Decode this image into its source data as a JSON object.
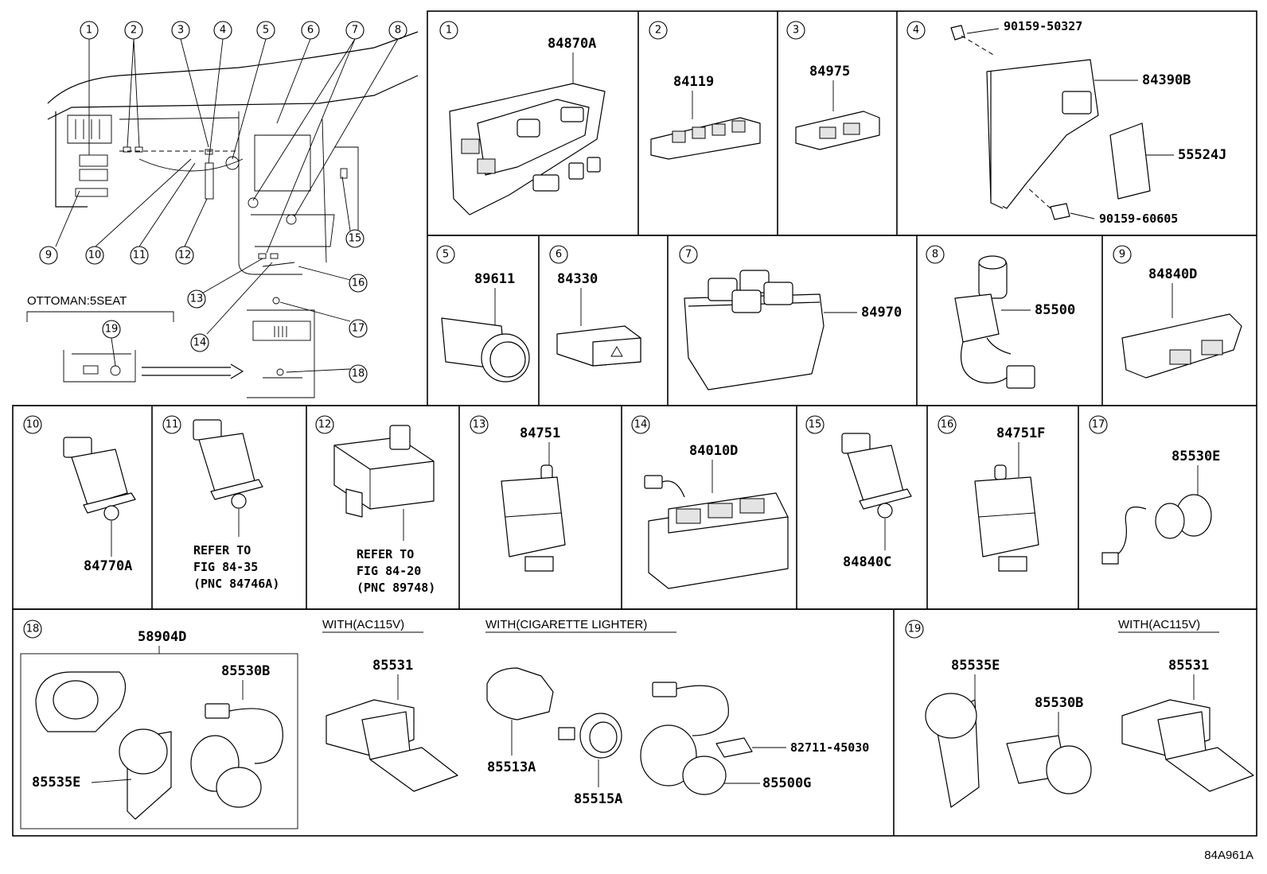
{
  "overview": {
    "callouts": [
      "1",
      "2",
      "3",
      "4",
      "5",
      "6",
      "7",
      "8",
      "9",
      "10",
      "11",
      "12",
      "13",
      "14",
      "15",
      "16",
      "17",
      "18",
      "19"
    ],
    "ottoman_label": "OTTOMAN:5SEAT",
    "ottoman_callout": "19"
  },
  "cells": {
    "c1": {
      "num": "1",
      "parts": [
        "84870A"
      ]
    },
    "c2": {
      "num": "2",
      "parts": [
        "84119"
      ]
    },
    "c3": {
      "num": "3",
      "parts": [
        "84975"
      ]
    },
    "c4": {
      "num": "4",
      "parts": [
        "90159-50327",
        "84390B",
        "55524J",
        "90159-60605"
      ]
    },
    "c5": {
      "num": "5",
      "parts": [
        "89611"
      ]
    },
    "c6": {
      "num": "6",
      "parts": [
        "84330"
      ]
    },
    "c7": {
      "num": "7",
      "parts": [
        "84970"
      ]
    },
    "c8": {
      "num": "8",
      "parts": [
        "85500"
      ]
    },
    "c9": {
      "num": "9",
      "parts": [
        "84840D"
      ]
    },
    "c10": {
      "num": "10",
      "parts": [
        "84770A"
      ]
    },
    "c11": {
      "num": "11",
      "note": [
        "REFER TO",
        "FIG 84-35",
        "(PNC 84746A)"
      ]
    },
    "c12": {
      "num": "12",
      "note": [
        "REFER TO",
        "FIG 84-20",
        "(PNC 89748)"
      ]
    },
    "c13": {
      "num": "13",
      "parts": [
        "84751"
      ]
    },
    "c14": {
      "num": "14",
      "parts": [
        "84010D"
      ]
    },
    "c15": {
      "num": "15",
      "parts": [
        "84840C"
      ]
    },
    "c16": {
      "num": "16",
      "parts": [
        "84751F"
      ]
    },
    "c17": {
      "num": "17",
      "parts": [
        "85530E"
      ]
    },
    "c18": {
      "num": "18",
      "parts": [
        "58904D",
        "85530B",
        "85535E",
        "85531",
        "85513A",
        "85515A",
        "82711-45030",
        "85500G"
      ],
      "labels": [
        "WITH(AC115V)",
        "WITH(CIGARETTE LIGHTER)"
      ]
    },
    "c19": {
      "num": "19",
      "parts": [
        "85535E",
        "85530B",
        "85531"
      ],
      "labels": [
        "WITH(AC115V)"
      ]
    }
  },
  "figure_code": "84A961A"
}
